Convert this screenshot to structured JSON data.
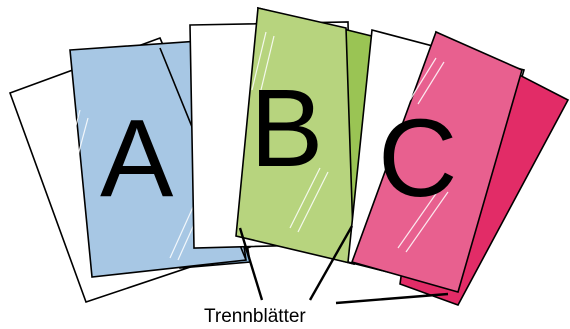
{
  "sheets": [
    {
      "letter": "A",
      "color": "#a7c7e4",
      "divider_color": "#8abbe0"
    },
    {
      "letter": "B",
      "color": "#b7d47e",
      "divider_color": "#9ac454"
    },
    {
      "letter": "C",
      "color": "#e8608f",
      "divider_color": "#e22c67"
    }
  ],
  "caption": "Trennblätter"
}
